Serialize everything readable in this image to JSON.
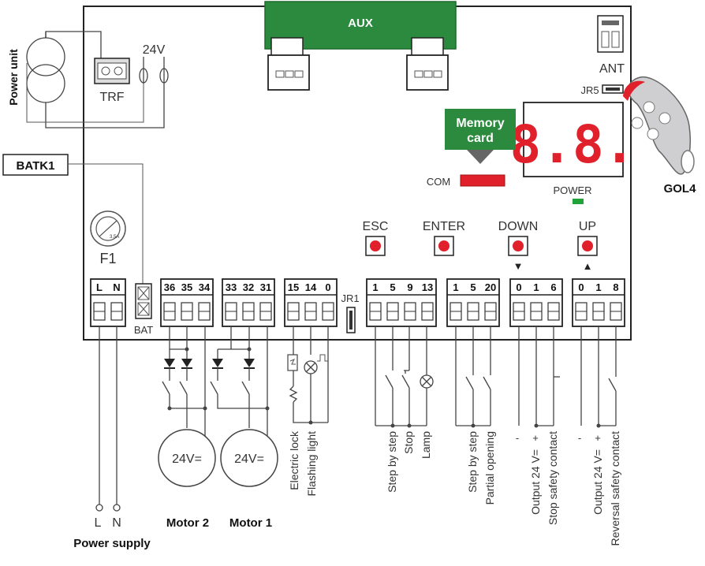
{
  "labels": {
    "aux": "AUX",
    "power_unit": "Power unit",
    "v24": "24V",
    "trf": "TRF",
    "ant": "ANT",
    "jr5": "JR5",
    "gol4": "GOL4",
    "memory_card_line1": "Memory",
    "memory_card_line2": "card",
    "com": "COM",
    "power": "POWER",
    "batk1": "BATK1",
    "f1": "F1",
    "fuse_rating": "3.5A",
    "bat": "BAT",
    "jr1": "JR1",
    "display": "8.8."
  },
  "buttons": {
    "esc": "ESC",
    "enter": "ENTER",
    "down": "DOWN",
    "down_arrow": "▼",
    "up": "UP",
    "up_arrow": "▲"
  },
  "terminals": {
    "ln": [
      "L",
      "N"
    ],
    "m2": [
      "36",
      "35",
      "34"
    ],
    "m1": [
      "33",
      "32",
      "31"
    ],
    "light": [
      "15",
      "14",
      "0"
    ],
    "inputs": [
      "1",
      "5",
      "9",
      "13"
    ],
    "step": [
      "1",
      "5",
      "20"
    ],
    "stop_safety": [
      "0",
      "1",
      "6"
    ],
    "rev_safety": [
      "0",
      "1",
      "8"
    ]
  },
  "bottom": {
    "motor_voltage": "24V=",
    "motor2": "Motor 2",
    "motor1": "Motor 1",
    "supply_l": "L",
    "supply_n": "N",
    "power_supply": "Power supply",
    "electric_lock": "Electric lock",
    "flashing_light": "Flashing light",
    "step_by_step": "Step by step",
    "stop": "Stop",
    "lamp": "Lamp",
    "partial_opening": "Partial opening",
    "minus": "-",
    "plus": "+",
    "output_24v": "Output 24 V=",
    "stop_safety_contact": "Stop safety contact",
    "reversal_safety_contact": "Reversal safety contact"
  },
  "colors": {
    "aux_green": "#2b8a3e",
    "led_red": "#e0202a",
    "button_red": "#e0202a",
    "power_led": "#22a33a"
  }
}
